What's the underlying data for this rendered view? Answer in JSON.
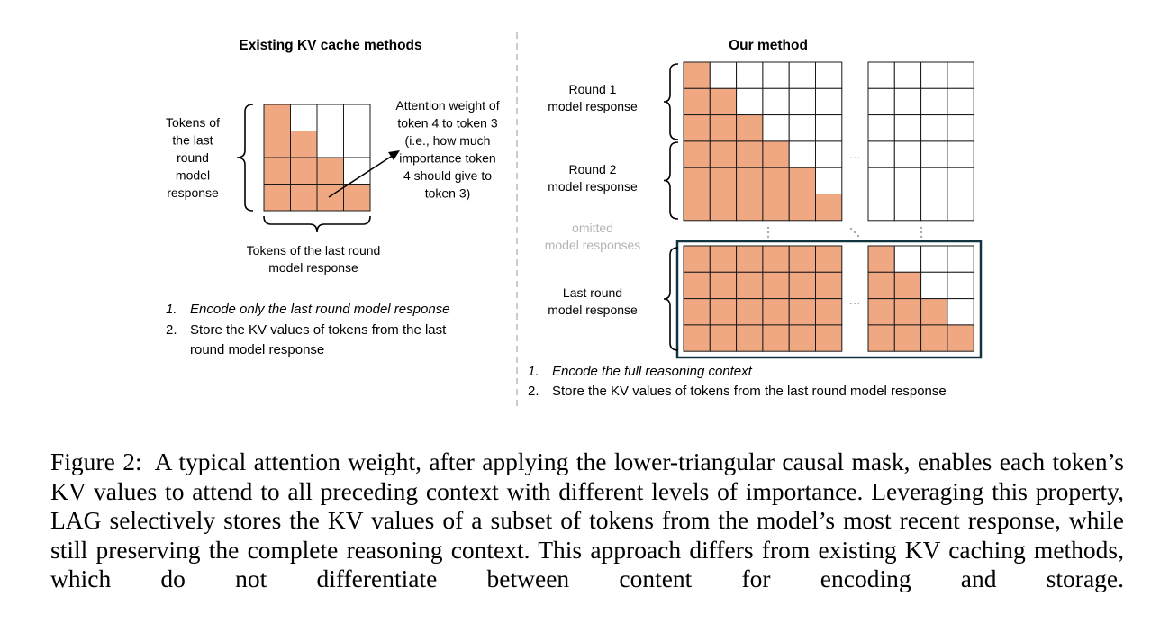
{
  "colors": {
    "filled": "#f0a882",
    "grid_line": "#1a1a1a",
    "highlight_box": "#123440",
    "muted_text": "#b4b4b4",
    "divider": "#bbbbbb"
  },
  "left": {
    "title": "Existing KV cache methods",
    "y_label": [
      "Tokens of",
      "the last",
      "round",
      "model",
      "response"
    ],
    "x_label": [
      "Tokens of the last round",
      "model response"
    ],
    "annotation": [
      "Attention weight of",
      "token 4 to token 3",
      "(i.e., how much",
      "importance token",
      "4 should give to",
      "token 3)"
    ],
    "steps": [
      {
        "num": "1.",
        "lines": [
          "Encode only the last round model response"
        ],
        "italic": true
      },
      {
        "num": "2.",
        "lines": [
          "Store the KV values of tokens from the last",
          "round model response"
        ],
        "italic": false
      }
    ]
  },
  "right": {
    "title": "Our method",
    "row_labels": [
      {
        "lines": [
          "Round 1",
          "model response"
        ],
        "muted": false
      },
      {
        "lines": [
          "Round 2",
          "model response"
        ],
        "muted": false
      },
      {
        "lines": [
          "omitted",
          "model responses"
        ],
        "muted": true
      },
      {
        "lines": [
          "Last round",
          "model response"
        ],
        "muted": false
      }
    ],
    "ellipsis_h": "···",
    "steps": [
      {
        "num": "1.",
        "text": "Encode the full reasoning context",
        "italic": true
      },
      {
        "num": "2.",
        "text": "Store the KV values of tokens from the last round model response",
        "italic": false
      }
    ]
  },
  "caption": {
    "prefix": "Figure 2:",
    "text": "A typical attention weight, after applying the lower-triangular causal mask, enables each token’s KV values to attend to all preceding context with different levels of importance. Leveraging this property, LAG selectively stores the KV values of a subset of tokens from the model’s most recent response, while still preserving the complete reasoning context. This approach differs from existing KV caching methods, which do not differentiate between content for encoding and storage."
  }
}
